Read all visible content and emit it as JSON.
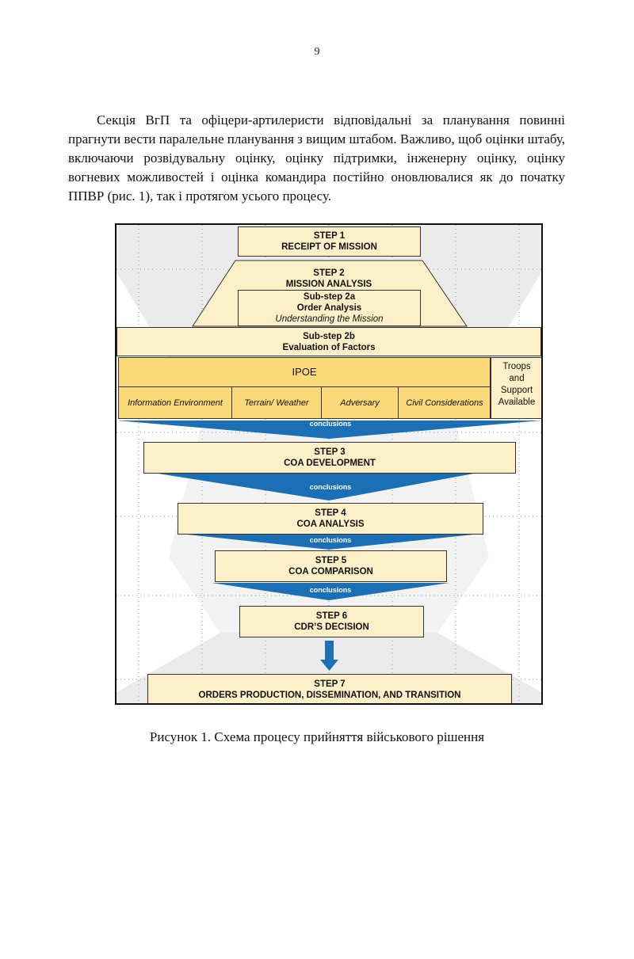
{
  "page": {
    "number": "9",
    "paragraph": "Секція ВгП та офіцери-артилеристи відповідальні за планування повинні прагнути вести паралельне планування з вищим штабом. Важливо, щоб оцінки штабу, включаючи розвідувальну оцінку, оцінку підтримки, інженерну оцінку, оцінку вогневих можливостей і оцінка командира постійно оновлювалися як до початку ППВР (рис. 1), так і протягом усього процесу.",
    "caption": "Рисунок 1. Схема процесу прийняття військового рішення"
  },
  "figure": {
    "step1": {
      "num": "STEP 1",
      "title": "RECEIPT OF MISSION"
    },
    "step2": {
      "num": "STEP 2",
      "title": "MISSION ANALYSIS"
    },
    "step2a": {
      "num": "Sub-step 2a",
      "title": "Order Analysis",
      "sub": "Understanding the Mission"
    },
    "step2b": {
      "num": "Sub-step 2b",
      "title": "Evaluation of Factors"
    },
    "ipoe": {
      "title": "IPOE",
      "cells": [
        "Information Environment",
        "Terrain/ Weather",
        "Adversary",
        "Civil Considerations"
      ]
    },
    "troops": [
      "Troops",
      "and",
      "Support",
      "Available"
    ],
    "conclusions": "conclusions",
    "step3": {
      "num": "STEP 3",
      "title": "COA DEVELOPMENT"
    },
    "step4": {
      "num": "STEP 4",
      "title": "COA ANALYSIS"
    },
    "step5": {
      "num": "STEP 5",
      "title": "COA COMPARISON"
    },
    "step6": {
      "num": "STEP 6",
      "title": "CDR’S DECISION"
    },
    "step7": {
      "num": "STEP 7",
      "title": "ORDERS PRODUCTION, DISSEMINATION, AND TRANSITION"
    },
    "colors": {
      "box_fill": "#fdf0c8",
      "ipoe_fill": "#f9d978",
      "funnel_blue": "#1a6fb5",
      "arrow_blue": "#1f6fb5",
      "background_shape": "#ebebeb"
    }
  }
}
